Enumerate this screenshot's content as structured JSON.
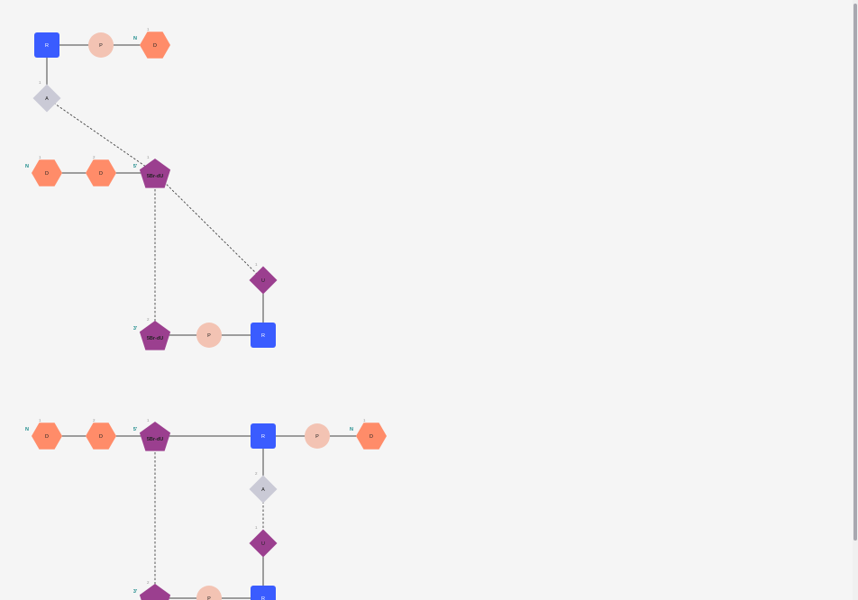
{
  "colors": {
    "sugar": "#3a5cff",
    "phosphate": "#f3c3b3",
    "base": "#ff8c69",
    "linker": "#cacad6",
    "modified": "#9b3f8f",
    "end_label": "#1a8a8a",
    "index_label": "#999999",
    "line": "#444444"
  },
  "monomers": [
    {
      "id": "m1",
      "shape": "square",
      "color": "sugar",
      "label": "R"
    },
    {
      "id": "m2",
      "shape": "circle",
      "color": "phosphate",
      "label": "P"
    },
    {
      "id": "m3",
      "shape": "hexagon",
      "color": "base",
      "label": "D",
      "index": "1",
      "end": "N"
    },
    {
      "id": "m4",
      "shape": "diamond",
      "color": "linker",
      "label": "A",
      "index": "1"
    },
    {
      "id": "m5",
      "shape": "hexagon",
      "color": "base",
      "label": "D",
      "index": "1",
      "end": "N"
    },
    {
      "id": "m6",
      "shape": "hexagon",
      "color": "base",
      "label": "D",
      "index": "2"
    },
    {
      "id": "m7",
      "shape": "pentagon",
      "color": "modified",
      "label": "5Br-dU",
      "index": "1",
      "end": "5'"
    },
    {
      "id": "m8",
      "shape": "diamond",
      "color": "modified",
      "label": "U",
      "index": "1"
    },
    {
      "id": "m9",
      "shape": "pentagon",
      "color": "modified",
      "label": "5Br-dU",
      "index": "2",
      "end": "3'"
    },
    {
      "id": "m10",
      "shape": "circle",
      "color": "phosphate",
      "label": "P"
    },
    {
      "id": "m11",
      "shape": "square",
      "color": "sugar",
      "label": "R"
    },
    {
      "id": "m12",
      "shape": "hexagon",
      "color": "base",
      "label": "D",
      "index": "1",
      "end": "N"
    },
    {
      "id": "m13",
      "shape": "hexagon",
      "color": "base",
      "label": "D",
      "index": "2"
    },
    {
      "id": "m14",
      "shape": "pentagon",
      "color": "modified",
      "label": "5Br-dU",
      "index": "1",
      "end": "5'"
    },
    {
      "id": "m15",
      "shape": "square",
      "color": "sugar",
      "label": "R"
    },
    {
      "id": "m16",
      "shape": "circle",
      "color": "phosphate",
      "label": "P"
    },
    {
      "id": "m17",
      "shape": "hexagon",
      "color": "base",
      "label": "D",
      "index": "1",
      "end": "N"
    },
    {
      "id": "m18",
      "shape": "diamond",
      "color": "linker",
      "label": "A",
      "index": "2"
    },
    {
      "id": "m19",
      "shape": "diamond",
      "color": "modified",
      "label": "U",
      "index": "1"
    },
    {
      "id": "m20",
      "shape": "pentagon",
      "color": "modified",
      "label": "",
      "index": "2",
      "end": "3'"
    },
    {
      "id": "m21",
      "shape": "circle",
      "color": "phosphate",
      "label": "P"
    },
    {
      "id": "m22",
      "shape": "square",
      "color": "sugar",
      "label": "R"
    }
  ],
  "bonds": [
    {
      "from": "m1",
      "to": "m2",
      "style": "solid"
    },
    {
      "from": "m2",
      "to": "m3",
      "style": "solid"
    },
    {
      "from": "m1",
      "to": "m4",
      "style": "solid"
    },
    {
      "from": "m4",
      "to": "m7",
      "style": "dashed"
    },
    {
      "from": "m5",
      "to": "m6",
      "style": "solid"
    },
    {
      "from": "m6",
      "to": "m7",
      "style": "solid"
    },
    {
      "from": "m7",
      "to": "m8",
      "style": "dashed"
    },
    {
      "from": "m7",
      "to": "m9",
      "style": "dashed"
    },
    {
      "from": "m9",
      "to": "m10",
      "style": "solid"
    },
    {
      "from": "m10",
      "to": "m11",
      "style": "solid"
    },
    {
      "from": "m8",
      "to": "m11",
      "style": "solid"
    },
    {
      "from": "m12",
      "to": "m13",
      "style": "solid"
    },
    {
      "from": "m13",
      "to": "m14",
      "style": "solid"
    },
    {
      "from": "m14",
      "to": "m15",
      "style": "solid"
    },
    {
      "from": "m15",
      "to": "m16",
      "style": "solid"
    },
    {
      "from": "m16",
      "to": "m17",
      "style": "solid"
    },
    {
      "from": "m15",
      "to": "m18",
      "style": "solid"
    },
    {
      "from": "m18",
      "to": "m19",
      "style": "dashed"
    },
    {
      "from": "m19",
      "to": "m22",
      "style": "solid"
    },
    {
      "from": "m14",
      "to": "m20",
      "style": "dashed"
    },
    {
      "from": "m20",
      "to": "m21",
      "style": "solid"
    },
    {
      "from": "m21",
      "to": "m22",
      "style": "solid"
    }
  ]
}
